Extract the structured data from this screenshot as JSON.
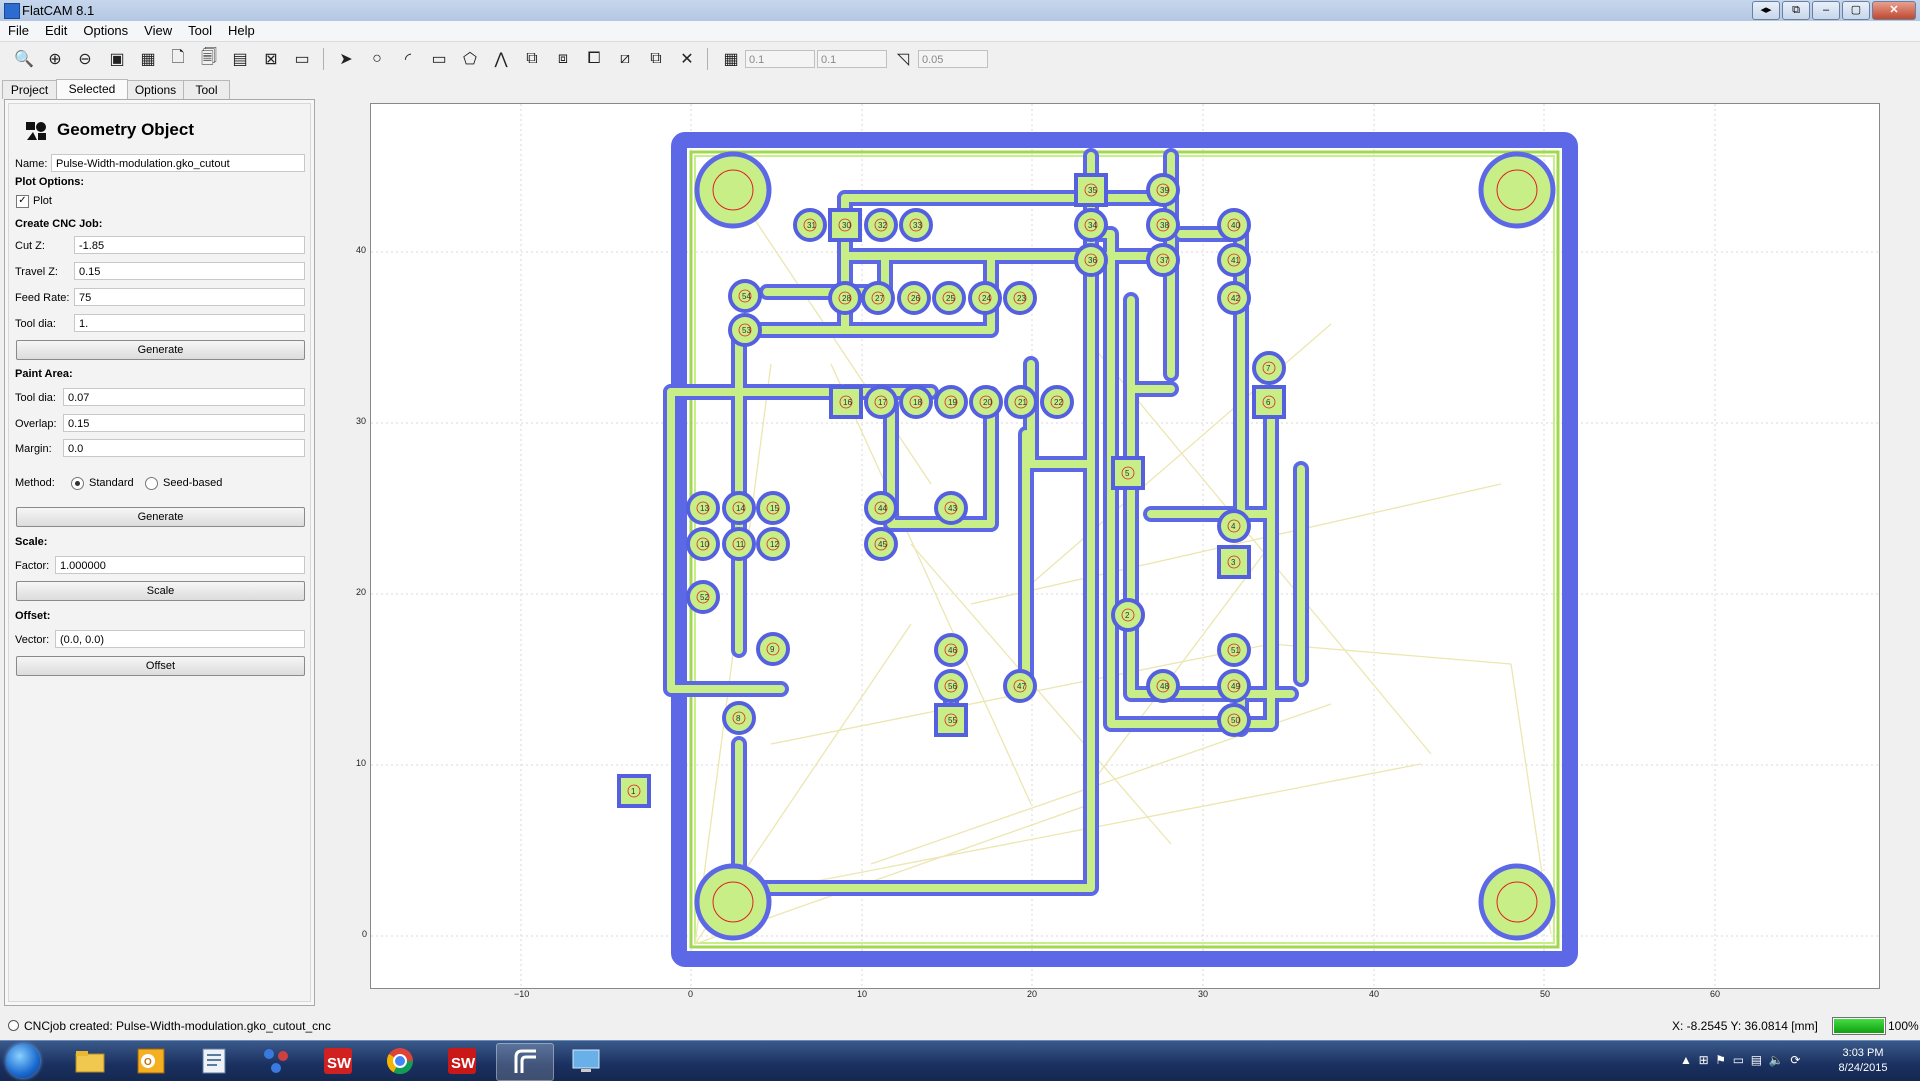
{
  "window": {
    "title": "FlatCAM 8.1"
  },
  "menu": [
    "File",
    "Edit",
    "Options",
    "View",
    "Tool",
    "Help"
  ],
  "toolbar": {
    "grid_x": "0.1",
    "grid_y": "0.1",
    "snap_max": "0.05",
    "icons": [
      "zoom-fit-icon",
      "zoom-in-icon",
      "zoom-out-icon",
      "replot-icon",
      "clear-plot-icon",
      "new-blank-icon",
      "new-geometry-icon",
      "open-gerber-icon",
      "delete-icon",
      "shell-icon",
      "select-icon",
      "circle-icon",
      "arc-icon",
      "rectangle-icon",
      "polygon-icon",
      "path-icon",
      "union-icon",
      "intersection-icon",
      "subtract-icon",
      "cut-icon",
      "copy-icon",
      "delete-shape-icon",
      "grid-snap-icon",
      "corner-snap-icon"
    ]
  },
  "tabs": [
    "Project",
    "Selected",
    "Options",
    "Tool"
  ],
  "active_tab": "Selected",
  "panel": {
    "title": "Geometry Object",
    "name_label": "Name:",
    "name_value": "Pulse-Width-modulation.gko_cutout",
    "plot_options_label": "Plot Options:",
    "plot_label": "Plot",
    "plot_checked": true,
    "cnc_label": "Create CNC Job:",
    "cut_z_label": "Cut Z:",
    "cut_z_value": "-1.85",
    "travel_z_label": "Travel Z:",
    "travel_z_value": "0.15",
    "feed_rate_label": "Feed Rate:",
    "feed_rate_value": "75",
    "tool_dia_label": "Tool dia:",
    "tool_dia_value": "1.",
    "generate_label": "Generate",
    "paint_label": "Paint Area:",
    "paint_tool_dia_label": "Tool dia:",
    "paint_tool_dia_value": "0.07",
    "overlap_label": "Overlap:",
    "overlap_value": "0.15",
    "margin_label": "Margin:",
    "margin_value": "0.0",
    "method_label": "Method:",
    "method_standard": "Standard",
    "method_seed": "Seed-based",
    "method_selected": "Standard",
    "generate2_label": "Generate",
    "scale_label": "Scale:",
    "factor_label": "Factor:",
    "factor_value": "1.000000",
    "scale_button": "Scale",
    "offset_label": "Offset:",
    "vector_label": "Vector:",
    "vector_value": "(0.0, 0.0)",
    "offset_button": "Offset"
  },
  "plot": {
    "x_ticks": [
      "−10",
      "0",
      "10",
      "20",
      "30",
      "40",
      "50",
      "60"
    ],
    "y_ticks": [
      "0",
      "10",
      "20",
      "30",
      "40"
    ],
    "pad_numbers": [
      "28",
      "27",
      "26",
      "25",
      "24",
      "23",
      "17",
      "18",
      "19",
      "20",
      "21",
      "22",
      "30",
      "31",
      "32",
      "33",
      "34",
      "35",
      "36",
      "38",
      "39",
      "40",
      "41",
      "42",
      "37",
      "7",
      "6",
      "5",
      "4",
      "3",
      "2",
      "1",
      "8",
      "9",
      "10",
      "11",
      "12",
      "13",
      "14",
      "15",
      "16",
      "43",
      "44",
      "45",
      "46",
      "47",
      "48",
      "49",
      "50",
      "51",
      "52",
      "53",
      "54",
      "55",
      "56"
    ],
    "colors": {
      "outline": "#5560e0",
      "copper": "#c8ee88",
      "copper_edge": "#a8d060",
      "drill": "#e02020",
      "ratsnest": "#e8e0a0"
    }
  },
  "status": {
    "message": "CNCjob created: Pulse-Width-modulation.gko_cutout_cnc",
    "coords": "X: -8.2545   Y: 36.0814   [mm]",
    "progress": 100,
    "progress_label": "100%"
  },
  "taskbar": {
    "apps": [
      "explorer",
      "outlook",
      "word-doc",
      "windows-app",
      "solidworks",
      "chrome",
      "solidworks-2",
      "flatcam",
      "remote-desktop"
    ],
    "time": "3:03 PM",
    "date": "8/24/2015"
  }
}
